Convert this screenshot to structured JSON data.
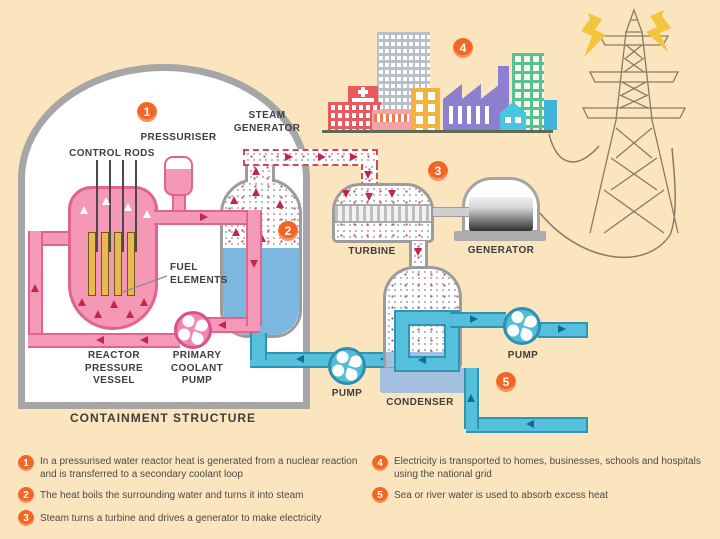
{
  "colors": {
    "background": "#FBE5BF",
    "containment_gray": "#A6A6A6",
    "primary_pink": "#F49AB8",
    "primary_pink_outline": "#E2638F",
    "water_blue": "#56BFDC",
    "water_blue_outline": "#2E95B5",
    "flow_red": "#C2274B",
    "flow_navy": "#15689A",
    "badge_orange": "#F26522",
    "fuel_yellow": "#E9B94F",
    "lightning_yellow": "#F2C53D",
    "text_dark": "#3E3E3E"
  },
  "diagram": {
    "labels": {
      "control_rods": "CONTROL RODS",
      "pressuriser": "PRESSURISER",
      "steam_generator": "STEAM GENERATOR",
      "fuel_elements": "FUEL ELEMENTS",
      "reactor_pressure_vessel": "REACTOR PRESSURE VESSEL",
      "primary_coolant_pump": "PRIMARY COOLANT PUMP",
      "containment_structure": "CONTAINMENT STRUCTURE",
      "turbine": "TURBINE",
      "generator": "GENERATOR",
      "condenser": "CONDENSER",
      "feed_pump": "PUMP",
      "cooling_pump": "PUMP"
    },
    "badges": {
      "reactor": "1",
      "steam_generator": "2",
      "turbine": "3",
      "city": "4",
      "cooling": "5"
    },
    "icons": {
      "pump_fan": "white pinwheel blades",
      "lightning": "yellow bolt",
      "pylon": "lattice transmission tower",
      "flow_arrow": "triangle arrow"
    }
  },
  "legend": {
    "items": [
      {
        "num": "1",
        "text": "In a pressurised water reactor heat is generated from a nuclear reaction and is transferred to a secondary coolant loop"
      },
      {
        "num": "2",
        "text": "The heat boils the surrounding water and turns it into steam"
      },
      {
        "num": "3",
        "text": "Steam turns a turbine and drives a generator to make electricity"
      },
      {
        "num": "4",
        "text": "Electricity is transported to homes, businesses, schools and hospitals using the national grid"
      },
      {
        "num": "5",
        "text": "Sea or river water is used to absorb excess heat"
      }
    ]
  }
}
